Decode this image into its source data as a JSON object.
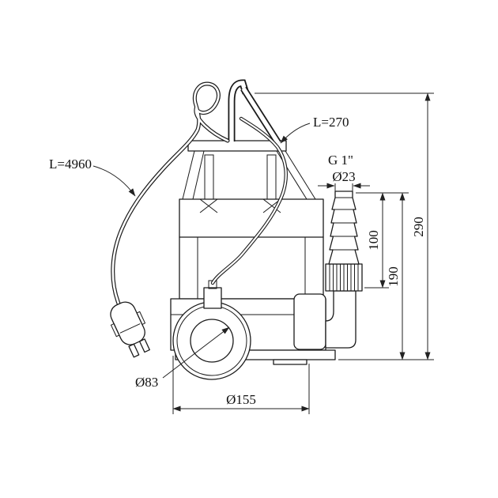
{
  "drawing": {
    "background": "#ffffff",
    "line_color": "#1b1b1b",
    "labels": {
      "power_cable_length": "L=4960",
      "float_cable_length": "L=270",
      "thread_size": "G 1\"",
      "hose_spigot_diameter": "Ø23",
      "dim_connector_height": "100",
      "dim_outlet_height": "190",
      "dim_total_height": "290",
      "dim_inlet_diameter": "Ø83",
      "dim_body_diameter": "Ø155"
    }
  }
}
